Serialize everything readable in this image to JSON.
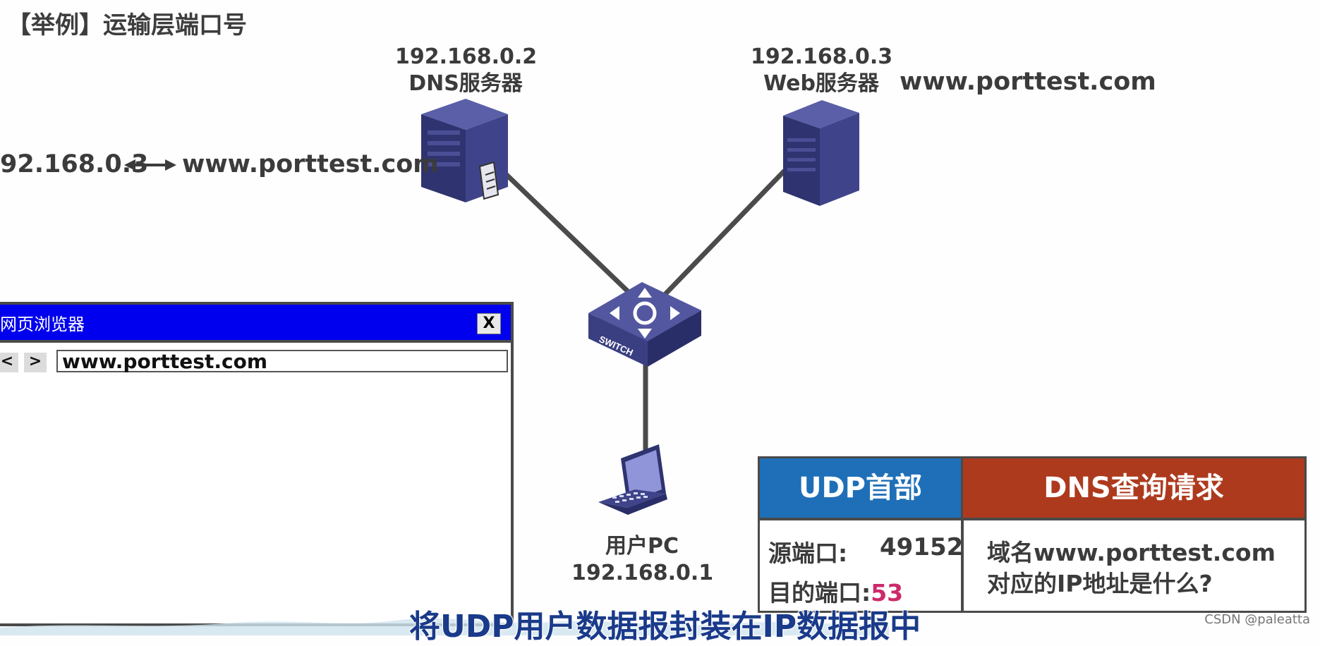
{
  "title": "【举例】运输层端口号",
  "dns_server": {
    "ip": "192.168.0.2",
    "name": "DNS服务器"
  },
  "web_server": {
    "ip": "192.168.0.3",
    "name": "Web服务器",
    "domain": "www.porttest.com"
  },
  "dns_record": {
    "ip": "92.168.0.3",
    "domain": "www.porttest.com"
  },
  "switch_label": "SWITCH",
  "pc": {
    "name": "用户PC",
    "ip": "192.168.0.1"
  },
  "browser": {
    "title": "网页浏览器",
    "close": "X",
    "back": "<",
    "forward": ">",
    "url": "www.porttest.com"
  },
  "packet": {
    "udp_header": "UDP首部",
    "dns_payload": "DNS查询请求",
    "src_port_label": "源端口:",
    "src_port_value": "49152",
    "dst_port_label": "目的端口:",
    "dst_port_value": "53",
    "query_line1": "域名www.porttest.com",
    "query_line2": "对应的IP地址是什么?"
  },
  "subtitle": "将UDP用户数据报封装在IP数据报中",
  "watermark": "CSDN @paleatta",
  "colors": {
    "udp_header": "#1f6fb8",
    "dns_payload": "#ae3a1e",
    "browser_bar": "#0000ee",
    "dst_port": "#cc2a6a",
    "device": "#3b3f7a"
  }
}
